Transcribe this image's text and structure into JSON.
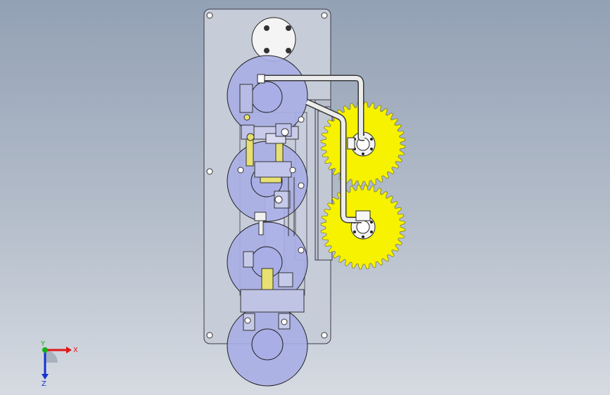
{
  "view": {
    "background_top": "#93a1b5",
    "background_bottom": "#d6dbe2"
  },
  "model": {
    "plate_color": "#c6ccd8",
    "roller_color": "#a9aee6",
    "gear_color": "#f6f200",
    "shaft_color": "#e9e9ea",
    "accent_yellow": "#e8e070",
    "roller_count": 4,
    "gear_count": 2,
    "gear_teeth": 36
  },
  "triad": {
    "x_label": "X",
    "y_label": "Y",
    "z_label": "Z",
    "x_color": "#e01818",
    "y_color": "#18b018",
    "z_color": "#1830d0"
  }
}
